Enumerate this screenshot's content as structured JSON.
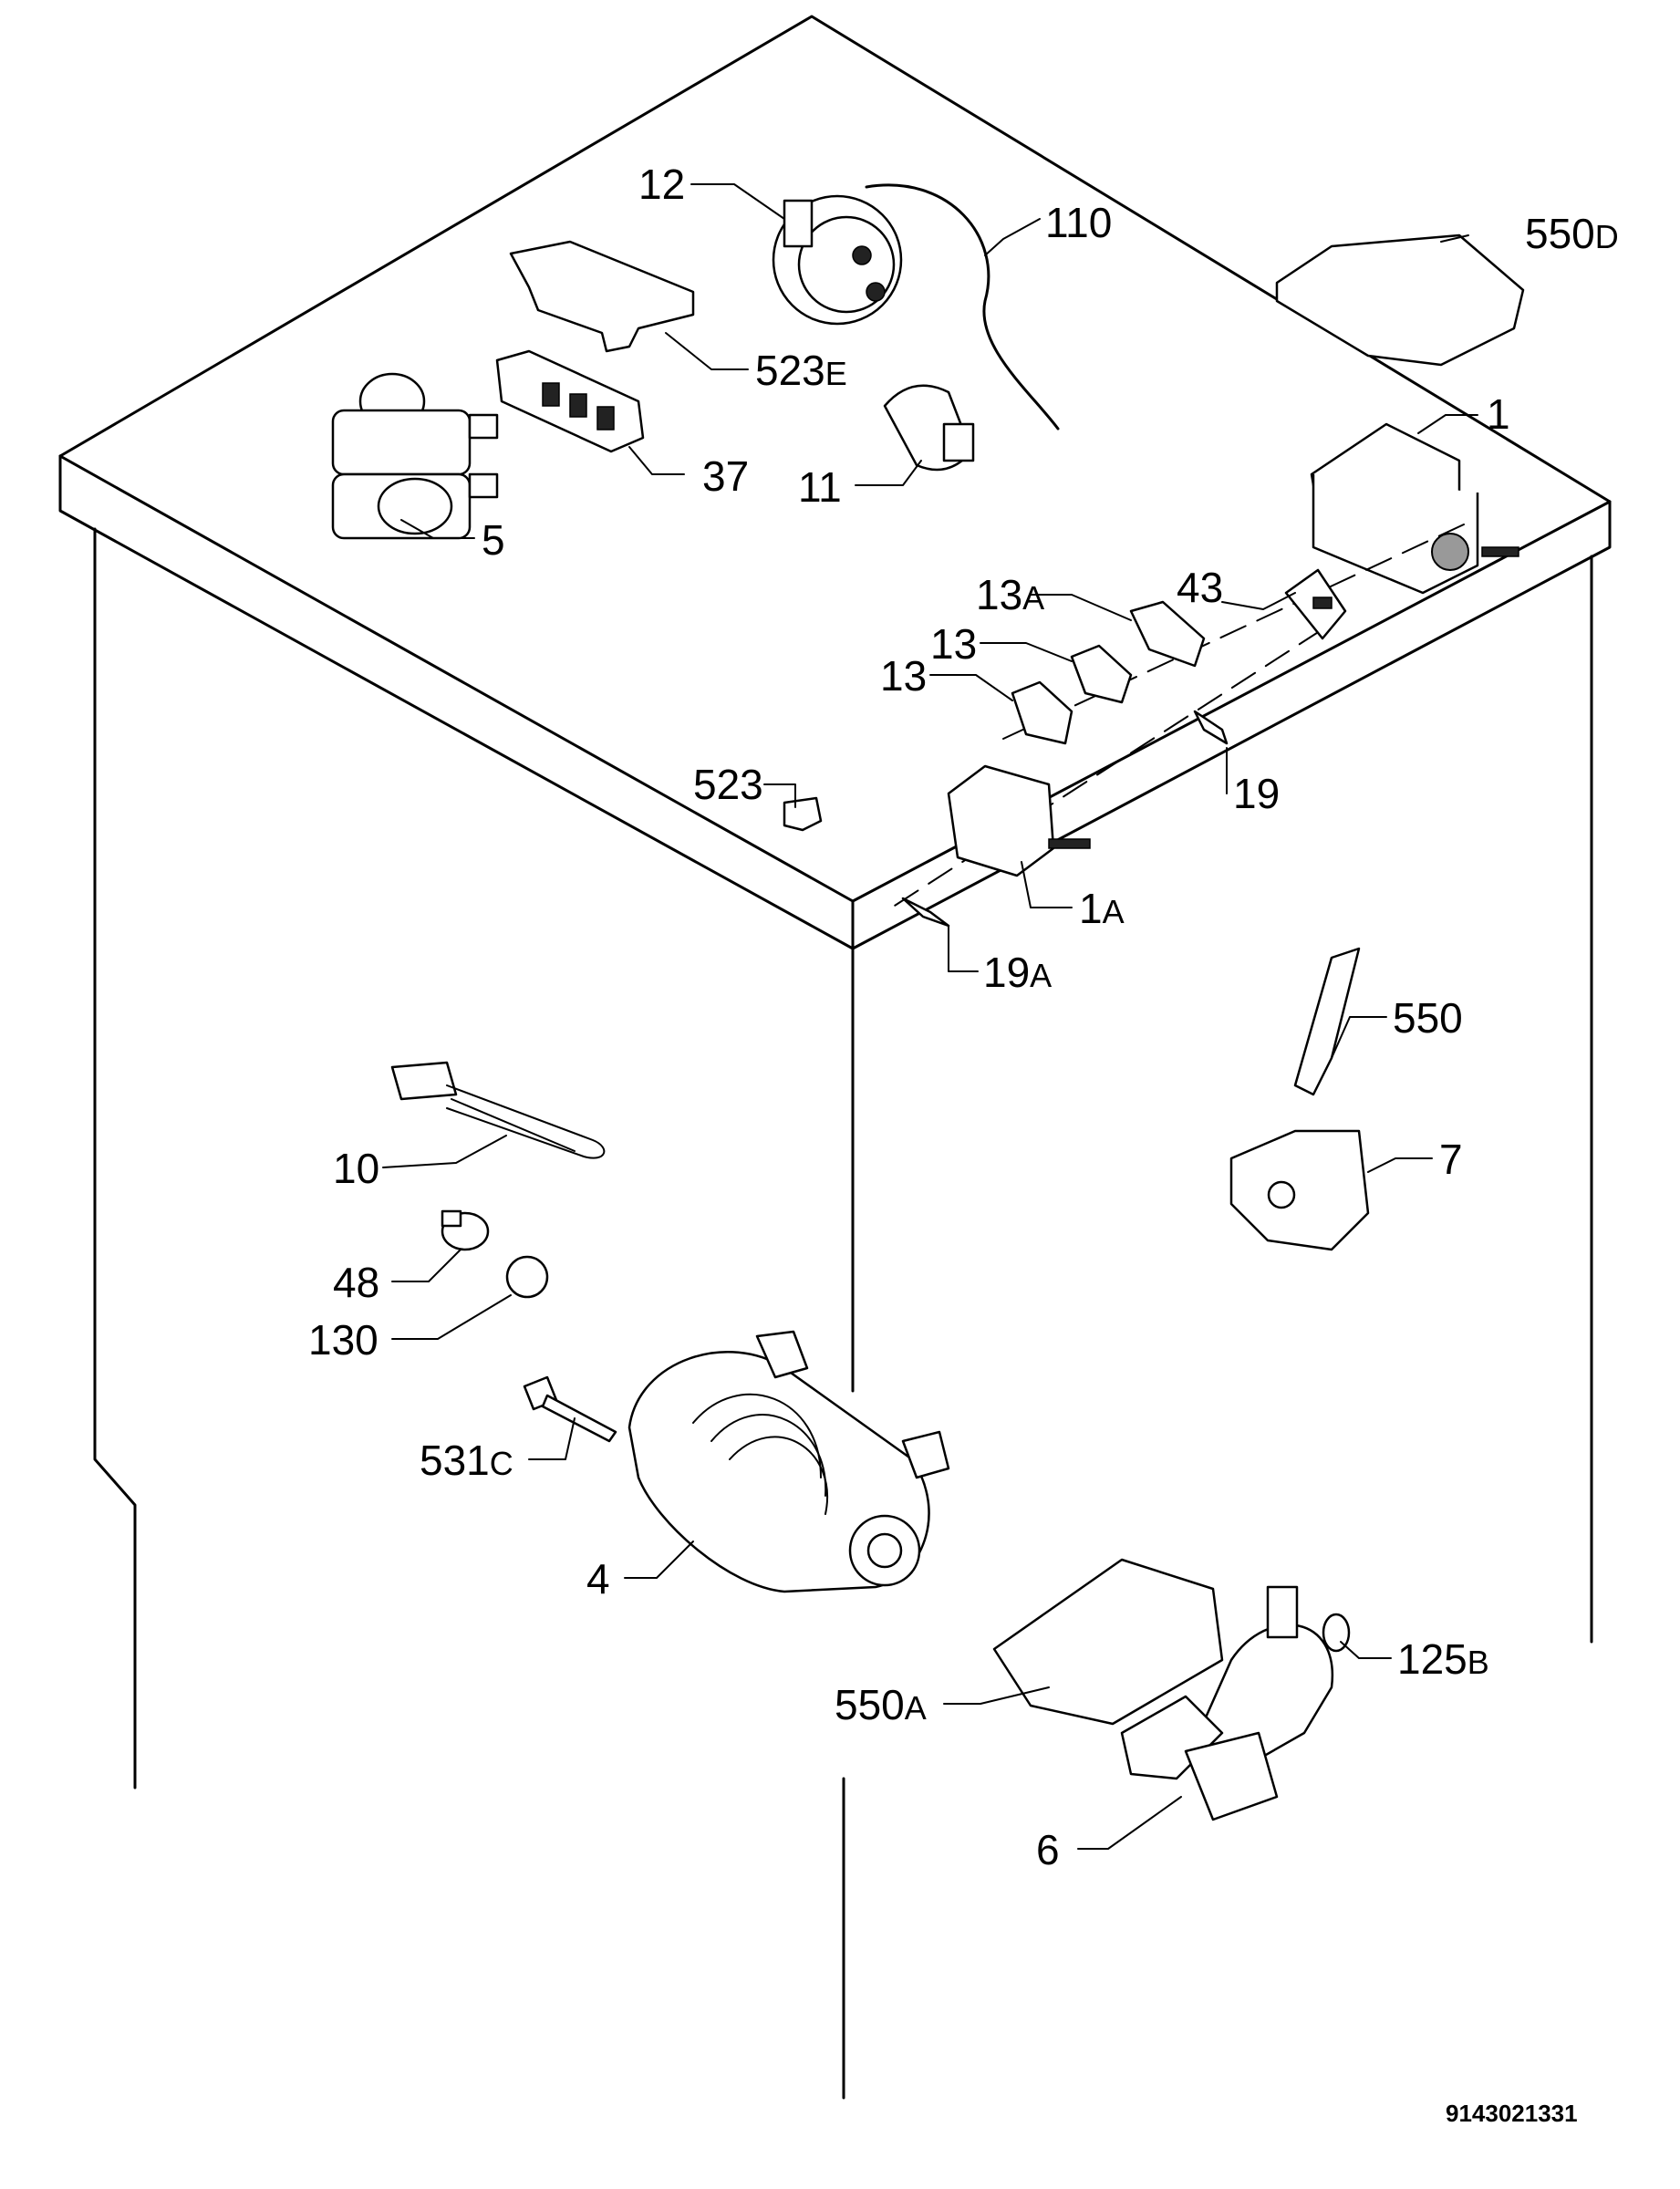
{
  "callouts": [
    {
      "id": "12",
      "main": "12",
      "suffix": ""
    },
    {
      "id": "110",
      "main": "110",
      "suffix": ""
    },
    {
      "id": "550D",
      "main": "550",
      "suffix": "D"
    },
    {
      "id": "523E",
      "main": "523",
      "suffix": "E"
    },
    {
      "id": "37",
      "main": "37",
      "suffix": ""
    },
    {
      "id": "11",
      "main": "11",
      "suffix": ""
    },
    {
      "id": "1",
      "main": "1",
      "suffix": ""
    },
    {
      "id": "5",
      "main": "5",
      "suffix": ""
    },
    {
      "id": "13A",
      "main": "13",
      "suffix": "A"
    },
    {
      "id": "43",
      "main": "43",
      "suffix": ""
    },
    {
      "id": "13b",
      "main": "13",
      "suffix": ""
    },
    {
      "id": "13c",
      "main": "13",
      "suffix": ""
    },
    {
      "id": "19",
      "main": "19",
      "suffix": ""
    },
    {
      "id": "523",
      "main": "523",
      "suffix": ""
    },
    {
      "id": "1A",
      "main": "1",
      "suffix": "A"
    },
    {
      "id": "19A",
      "main": "19",
      "suffix": "A"
    },
    {
      "id": "550",
      "main": "550",
      "suffix": ""
    },
    {
      "id": "10",
      "main": "10",
      "suffix": ""
    },
    {
      "id": "7",
      "main": "7",
      "suffix": ""
    },
    {
      "id": "48",
      "main": "48",
      "suffix": ""
    },
    {
      "id": "130",
      "main": "130",
      "suffix": ""
    },
    {
      "id": "531C",
      "main": "531",
      "suffix": "C"
    },
    {
      "id": "4",
      "main": "4",
      "suffix": ""
    },
    {
      "id": "125B",
      "main": "125",
      "suffix": "B"
    },
    {
      "id": "550A",
      "main": "550",
      "suffix": "A"
    },
    {
      "id": "6",
      "main": "6",
      "suffix": ""
    }
  ],
  "document_id": "9143021331"
}
